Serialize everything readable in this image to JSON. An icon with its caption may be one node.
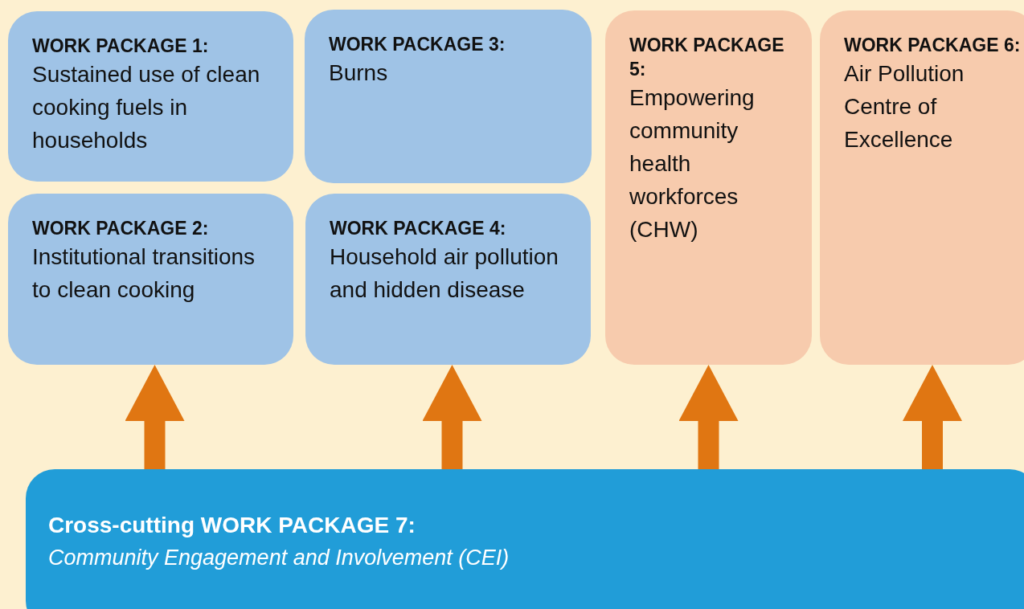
{
  "diagram": {
    "nodes": [
      {
        "text": [
          "WORK PACKAGE 1:",
          "Sustained use of clean cooking fuels in households"
        ]
      },
      {
        "text": [
          "WORK PACKAGE 3:",
          "Burns"
        ]
      },
      {
        "text": [
          "WORK PACKAGE 5:",
          "Empowering community health workforces (CHW)"
        ]
      },
      {
        "text": [
          "WORK PACKAGE 6:",
          "Air Pollution Centre of Excellence"
        ]
      },
      {
        "text": [
          "WORK PACKAGE 2:",
          "Institutional transitions to clean cooking"
        ]
      },
      {
        "text": [
          "WORK PACKAGE 4:",
          "Household air pollution and hidden disease"
        ]
      },
      {
        "text": [
          "Cross-cutting WORK PACKAGE 7:",
          "Community Engagement and Involvement (CEI)"
        ]
      }
    ],
    "edges": [
      {
        "from": 6,
        "to": 4,
        "arrow": "to"
      },
      {
        "from": 6,
        "to": 5,
        "arrow": "to"
      },
      {
        "from": 6,
        "to": 2,
        "arrow": "to"
      },
      {
        "from": 6,
        "to": 3,
        "arrow": "to"
      }
    ]
  }
}
